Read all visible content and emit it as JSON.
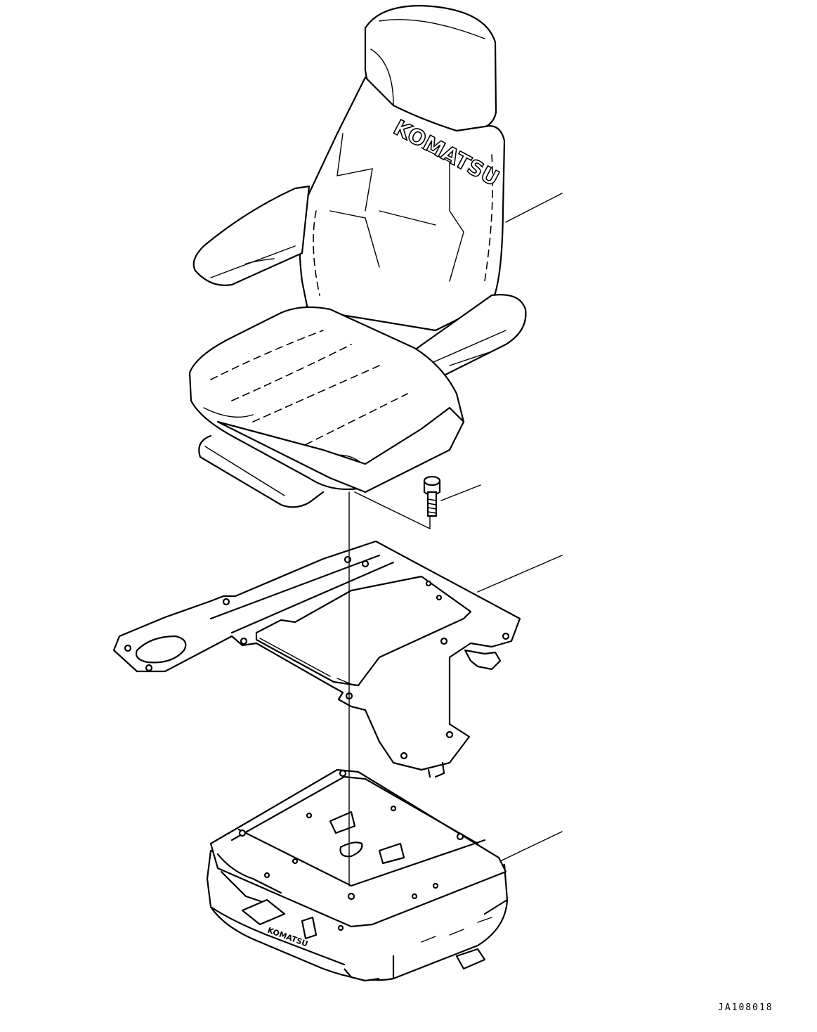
{
  "drawing": {
    "code": "JA108018",
    "seat_brand_text": "KOMATSU",
    "suspension_brand_text": "KOMATSU"
  },
  "colors": {
    "line": "#000000",
    "background": "#ffffff"
  },
  "callouts": [
    {
      "part": "seat-assembly"
    },
    {
      "part": "mounting-bolt"
    },
    {
      "part": "seat-mounting-bracket"
    },
    {
      "part": "suspension-unit"
    }
  ]
}
